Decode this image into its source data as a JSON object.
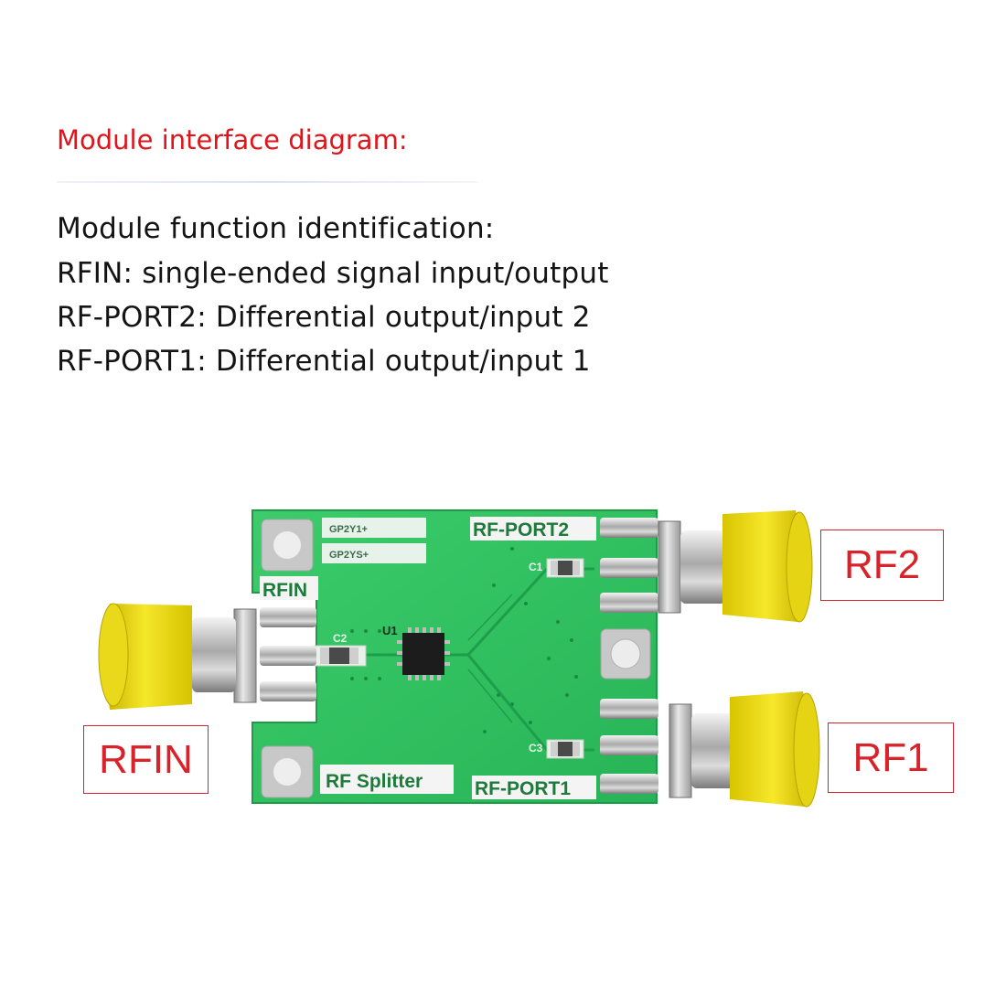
{
  "heading": "Module interface diagram:",
  "description": {
    "title": "Module function identification:",
    "lines": [
      "RFIN: single-ended signal input/output",
      "RF-PORT2: Differential output/input 2",
      "RF-PORT1: Differential output/input 1"
    ]
  },
  "board": {
    "silkscreen": {
      "chip_label_1": "GP2Y1+",
      "chip_label_2": "GP2YS+",
      "port_rfin": "RFIN",
      "port_rf2": "RF-PORT2",
      "port_rf1": "RF-PORT1",
      "module_name": "RF Splitter",
      "ic_ref": "U1",
      "cap_1": "C1",
      "cap_2": "C2",
      "cap_3": "C3"
    }
  },
  "callouts": {
    "rfin": "RFIN",
    "rf2": "RF2",
    "rf1": "RF1"
  },
  "colors": {
    "heading": "#e0141b",
    "callout": "#d8232a",
    "pcb": "#2fbf5f",
    "connector": "#f1e21c"
  }
}
